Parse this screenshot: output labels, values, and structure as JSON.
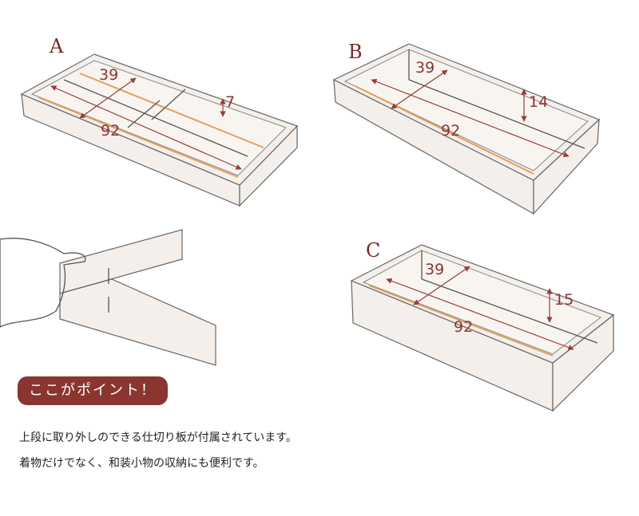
{
  "figures": {
    "A": {
      "label": "A",
      "width": "39",
      "length": "92",
      "height": "7"
    },
    "B": {
      "label": "B",
      "width": "39",
      "length": "92",
      "height": "14"
    },
    "C": {
      "label": "C",
      "width": "39",
      "length": "92",
      "height": "15"
    }
  },
  "point_badge": "ここがポイント！",
  "description": [
    "上段に取り外しのできる仕切り板が付属されています。",
    "着物だけでなく、和装小物の収納にも便利です。"
  ],
  "colors": {
    "accent": "#8b3530",
    "dimension": "#9a3a3a"
  }
}
